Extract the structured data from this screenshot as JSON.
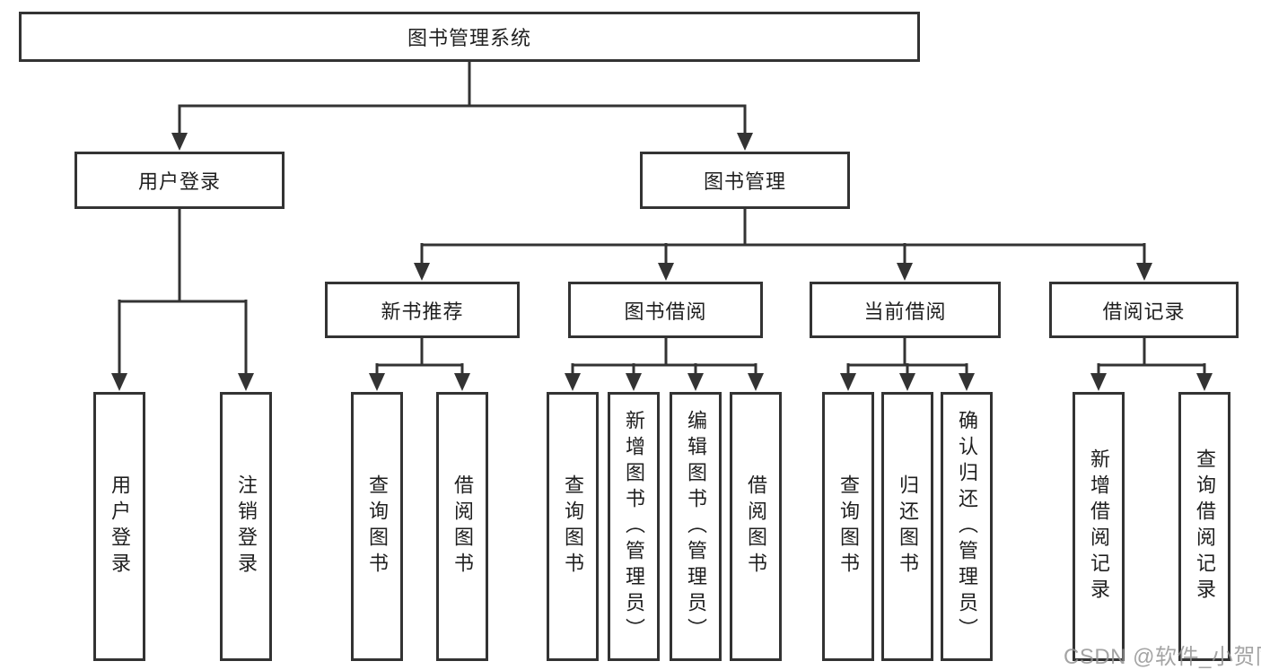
{
  "diagram": {
    "root": {
      "label": "图书管理系统",
      "children": [
        {
          "label": "用户登录",
          "children": [
            {
              "label": "用户登录"
            },
            {
              "label": "注销登录"
            }
          ]
        },
        {
          "label": "图书管理",
          "children": [
            {
              "label": "新书推荐",
              "children": [
                {
                  "label": "查询图书"
                },
                {
                  "label": "借阅图书"
                }
              ]
            },
            {
              "label": "图书借阅",
              "children": [
                {
                  "label": "查询图书"
                },
                {
                  "label": "新增图书（管理员）"
                },
                {
                  "label": "编辑图书（管理员）"
                },
                {
                  "label": "借阅图书"
                }
              ]
            },
            {
              "label": "当前借阅",
              "children": [
                {
                  "label": "查询图书"
                },
                {
                  "label": "归还图书"
                },
                {
                  "label": "确认归还（管理员）"
                }
              ]
            },
            {
              "label": "借阅记录",
              "children": [
                {
                  "label": "新增借阅记录"
                },
                {
                  "label": "查询借阅记录"
                }
              ]
            }
          ]
        }
      ]
    }
  },
  "watermark": {
    "text": "CSDN @软件_小贺同学"
  },
  "colors": {
    "line": "#333333",
    "text": "#1f1f1f",
    "background": "#ffffff",
    "watermark": "#949494"
  }
}
